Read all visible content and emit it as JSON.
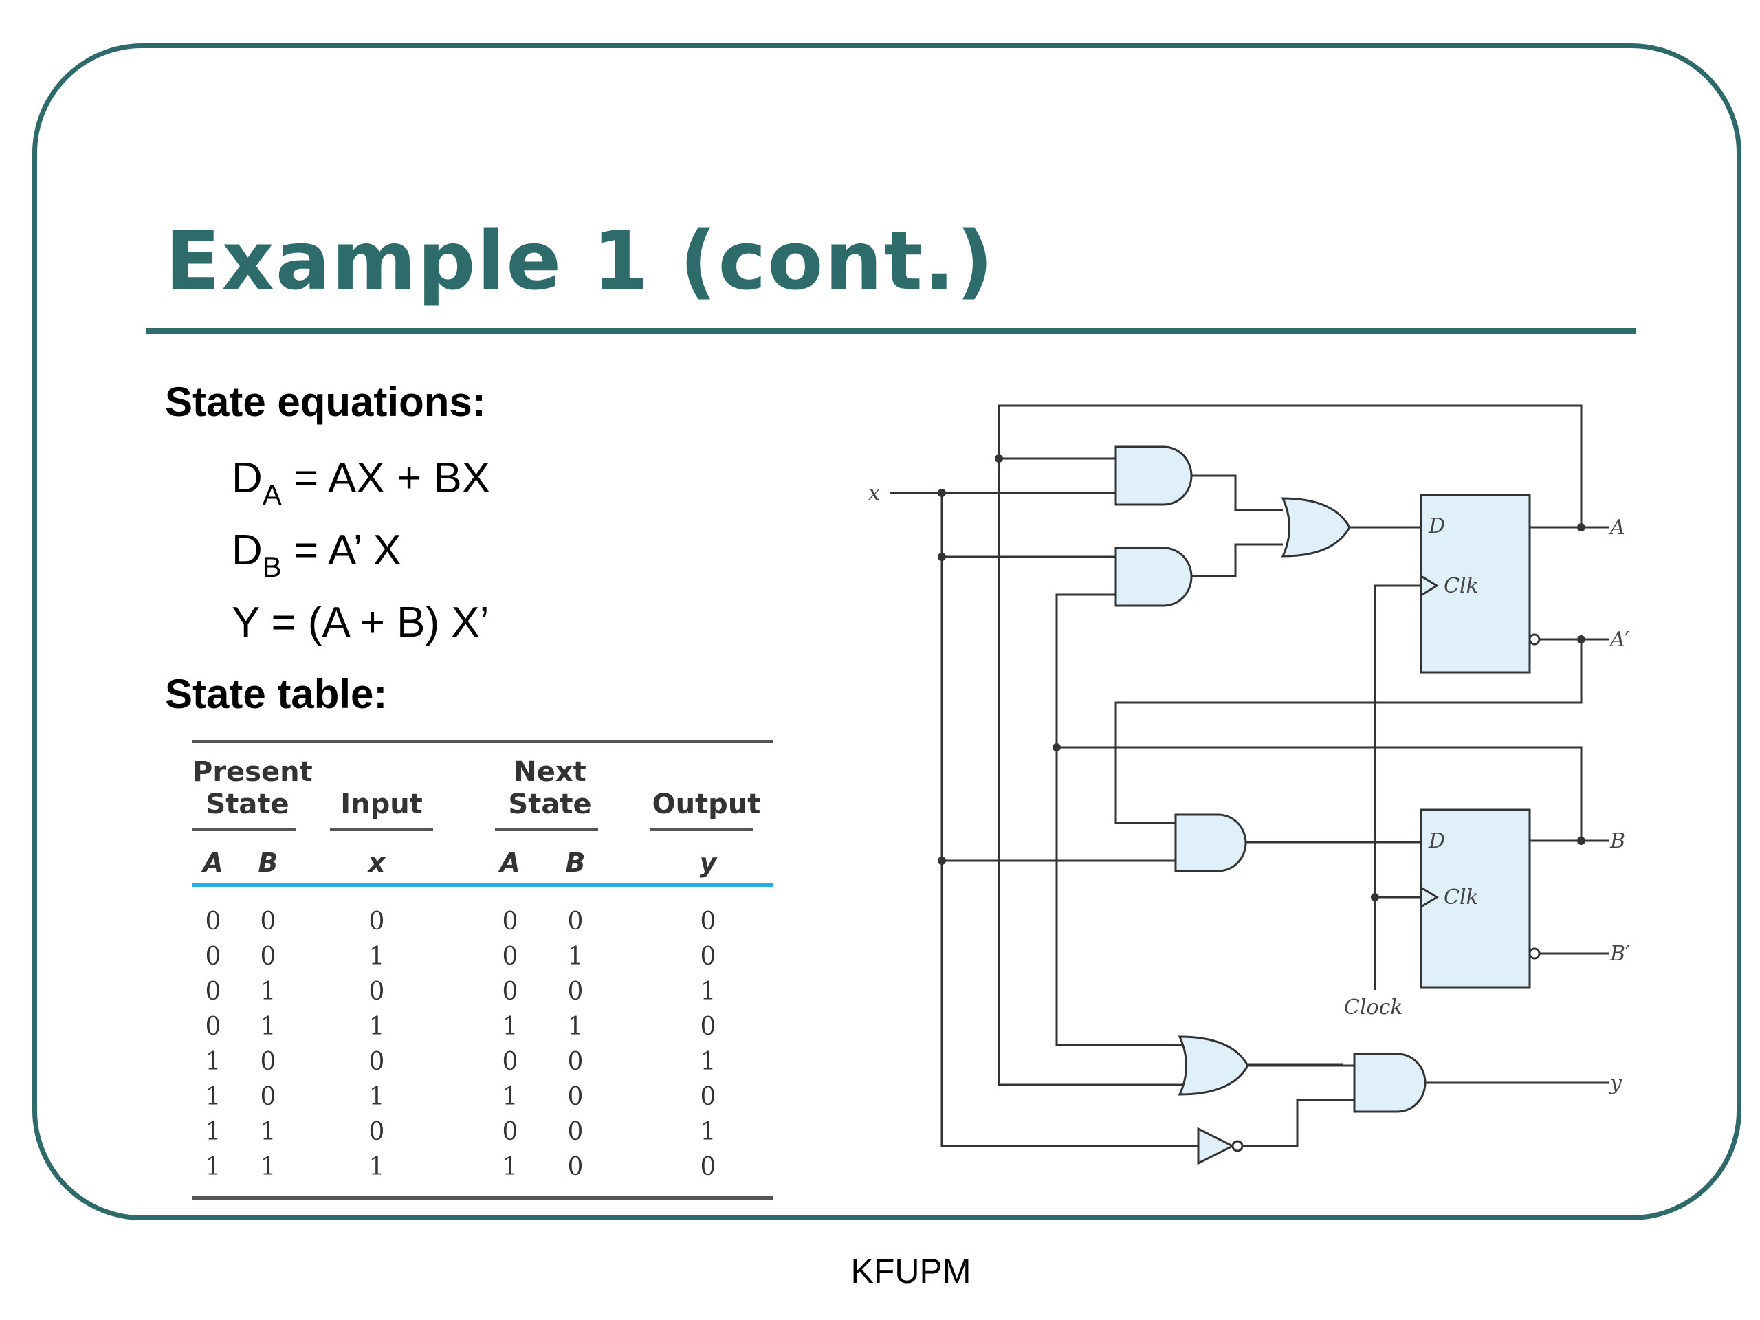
{
  "slide": {
    "title": "Example 1 (cont.)",
    "footer": "KFUPM"
  },
  "equations": {
    "heading": "State equations:",
    "items": [
      {
        "lhs": "D",
        "sub": "A",
        "rhs": " = AX + BX"
      },
      {
        "lhs": "D",
        "sub": "B",
        "rhs": " = A’ X"
      },
      {
        "lhs": "Y = (A + B) X’",
        "sub": "",
        "rhs": ""
      }
    ]
  },
  "state_table": {
    "heading": "State table:",
    "group_headers": {
      "present": [
        "Present",
        "State"
      ],
      "input": "Input",
      "next": [
        "Next",
        "State"
      ],
      "output": "Output"
    },
    "columns": [
      "A",
      "B",
      "x",
      "A",
      "B",
      "y"
    ],
    "rows": [
      [
        "0",
        "0",
        "0",
        "0",
        "0",
        "0"
      ],
      [
        "0",
        "0",
        "1",
        "0",
        "1",
        "0"
      ],
      [
        "0",
        "1",
        "0",
        "0",
        "0",
        "1"
      ],
      [
        "0",
        "1",
        "1",
        "1",
        "1",
        "0"
      ],
      [
        "1",
        "0",
        "0",
        "0",
        "0",
        "1"
      ],
      [
        "1",
        "0",
        "1",
        "1",
        "0",
        "0"
      ],
      [
        "1",
        "1",
        "0",
        "0",
        "0",
        "1"
      ],
      [
        "1",
        "1",
        "1",
        "1",
        "0",
        "0"
      ]
    ]
  },
  "circuit": {
    "labels": {
      "x": "x",
      "A": "A",
      "A_prime": "A′",
      "B": "B",
      "B_prime": "B′",
      "y": "y",
      "clock": "Clock",
      "d": "D",
      "clk": "Clk"
    },
    "gate_fill": "#dff0fa",
    "wire_color": "#333333"
  },
  "colors": {
    "theme": "#2e6b6b",
    "table_rule": "#2ab0e0"
  }
}
